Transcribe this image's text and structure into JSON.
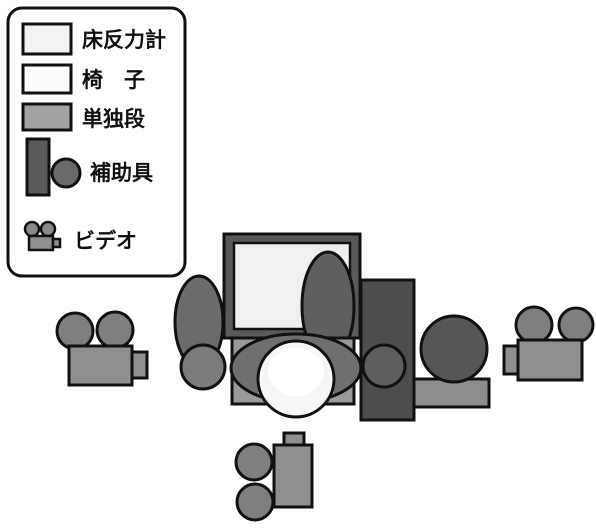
{
  "legend": {
    "items": [
      {
        "key": "force-plate",
        "label": "床反力計",
        "color": "#f2f2f2"
      },
      {
        "key": "chair",
        "label": "椅　子",
        "color": "#fbfbfb"
      },
      {
        "key": "step",
        "label": "単独段",
        "color": "#a3a3a3"
      },
      {
        "key": "assist",
        "label": "補助具",
        "color": "#5a5a5a"
      },
      {
        "key": "video",
        "label": "ビデオ",
        "color": "#8a8a8a"
      }
    ]
  },
  "colors": {
    "outline": "#111111",
    "camera_body": "#8f8f8f",
    "camera_reel": "#7a7a7a",
    "dark_gray": "#5a5a5a",
    "mid_gray": "#7d7d7d",
    "step_gray": "#a3a3a3",
    "light": "#f0f0f0",
    "white": "#ffffff"
  }
}
